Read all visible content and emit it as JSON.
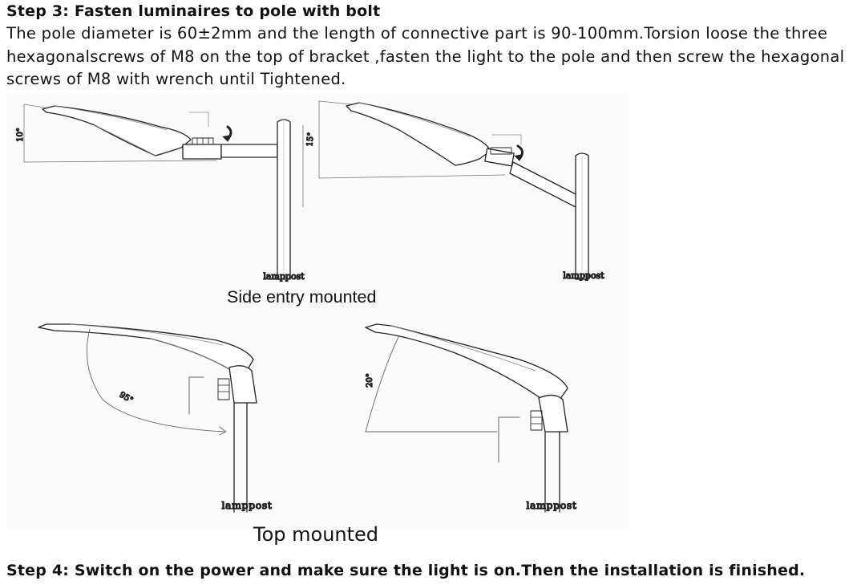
{
  "step3": {
    "title": "Step 3: Fasten luminaires to pole with bolt",
    "body": "The pole diameter is 60±2mm and the length of connective part is 90-100mm.Torsion loose the three hexagonalscrews of M8 on the top of bracket ,fasten the light to the pole and then screw the hexagonal screws of M8 with wrench until Tightened."
  },
  "figure": {
    "side_entry": {
      "left": {
        "angle": "10°",
        "pole_label": "lamppost"
      },
      "right": {
        "angle": "15°",
        "pole_label": "lamppost"
      },
      "caption": "Side entry mounted"
    },
    "top_mounted": {
      "left": {
        "angle": "95°",
        "pole_label": "lamppost"
      },
      "right": {
        "angle": "20°",
        "pole_label": "lamppost"
      },
      "caption": "Top mounted"
    }
  },
  "step4": {
    "title": "Step 4: Switch on the power and make sure the light is on.Then the installation is finished."
  }
}
